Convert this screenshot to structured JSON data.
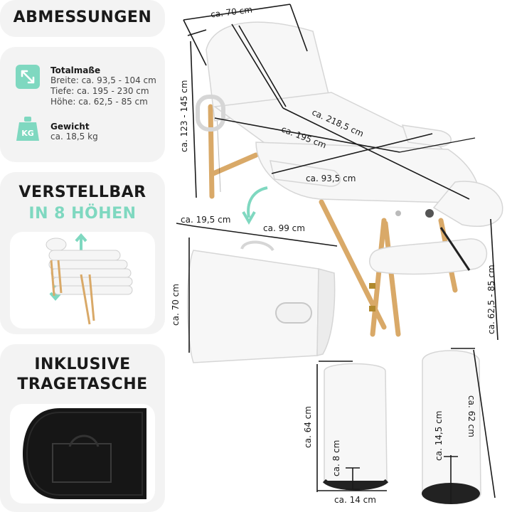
{
  "header": {
    "title": "ABMESSUNGEN"
  },
  "specs": {
    "total": {
      "label": "Totalmaße",
      "breite": "Breite: ca. 93,5 - 104 cm",
      "tiefe": "Tiefe: ca. 195 - 230 cm",
      "hoehe": "Höhe: ca. 62,5 - 85 cm",
      "icon": "resize-arrows-icon"
    },
    "weight": {
      "label": "Gewicht",
      "value": "ca. 18,5 kg",
      "icon_text": "KG",
      "icon": "weight-icon"
    }
  },
  "adjust": {
    "line1": "VERSTELLBAR",
    "line2": "IN 8 HÖHEN"
  },
  "bag": {
    "line1": "INKLUSIVE",
    "line2": "TRAGETASCHE"
  },
  "dimensions": {
    "top_width": "ca. 70 cm",
    "height_range": "ca. 123 - 145 cm",
    "length_full": "ca. 218,5 cm",
    "length_table": "ca. 195 cm",
    "width_table": "ca. 93,5 cm",
    "fold_depth": "ca. 19,5 cm",
    "fold_length": "ca. 99 cm",
    "fold_height": "ca. 70 cm",
    "leg_height": "ca. 62,5 - 85 cm",
    "roll1_height": "ca. 64 cm",
    "roll1_depth": "ca. 8 cm",
    "roll1_width": "ca. 14 cm",
    "roll2_height": "ca. 62 cm",
    "roll2_depth": "ca. 14,5 cm"
  },
  "colors": {
    "accent": "#7fd8c0",
    "panel": "#f3f3f3",
    "wood": "#d9a968",
    "cushion": "#f7f7f7"
  }
}
